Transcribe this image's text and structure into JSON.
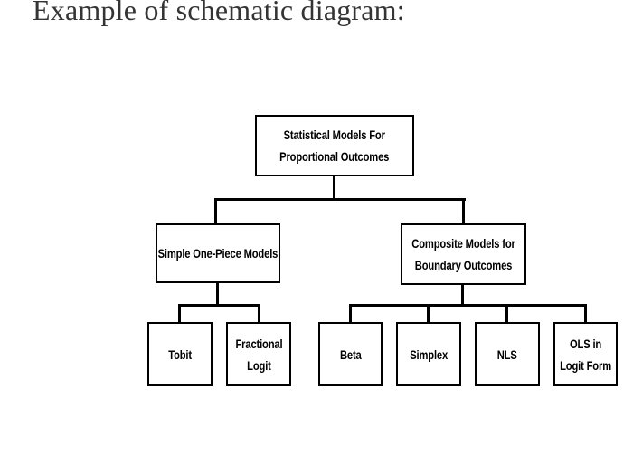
{
  "title": "Example of schematic diagram:",
  "diagram": {
    "type": "tree",
    "nodes": {
      "root": {
        "lines": [
          "Statistical Models For",
          "Proportional Outcomes"
        ]
      },
      "simple": {
        "lines": [
          "Simple One-Piece Models"
        ]
      },
      "composite": {
        "lines": [
          "Composite Models for",
          "Boundary Outcomes"
        ]
      },
      "tobit": {
        "lines": [
          "Tobit"
        ]
      },
      "fractional_logit": {
        "lines": [
          "Fractional",
          "Logit"
        ]
      },
      "beta": {
        "lines": [
          "Beta"
        ]
      },
      "simplex": {
        "lines": [
          "Simplex"
        ]
      },
      "nls": {
        "lines": [
          "NLS"
        ]
      },
      "ols_logit": {
        "lines": [
          "OLS in",
          "Logit Form"
        ]
      }
    },
    "edges": [
      "root-simple",
      "root-composite",
      "simple-tobit",
      "simple-fractional_logit",
      "composite-beta",
      "composite-simplex",
      "composite-nls",
      "composite-ols_logit"
    ],
    "colors": {
      "background": "#ffffff",
      "line": "#000000",
      "node_text": "#000000",
      "title_text": "#343434"
    }
  }
}
